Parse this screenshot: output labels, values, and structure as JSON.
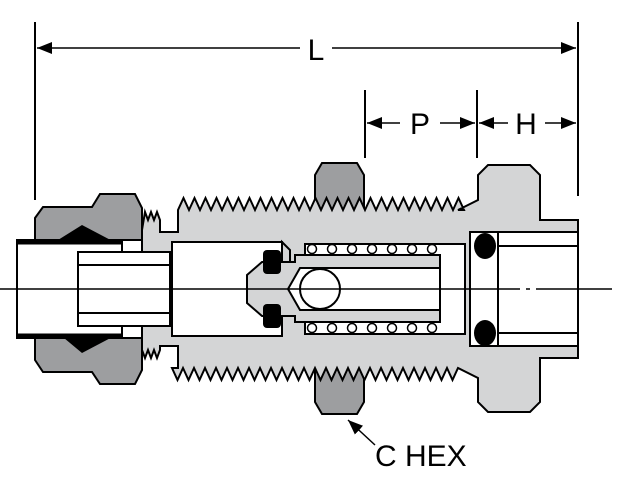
{
  "diagram": {
    "labels": {
      "overall_length": "L",
      "dim_p": "P",
      "dim_h": "H",
      "hex": "C HEX"
    },
    "colors": {
      "body": "#d4d5d6",
      "nut": "#9d9ea0",
      "line": "#000000"
    }
  }
}
